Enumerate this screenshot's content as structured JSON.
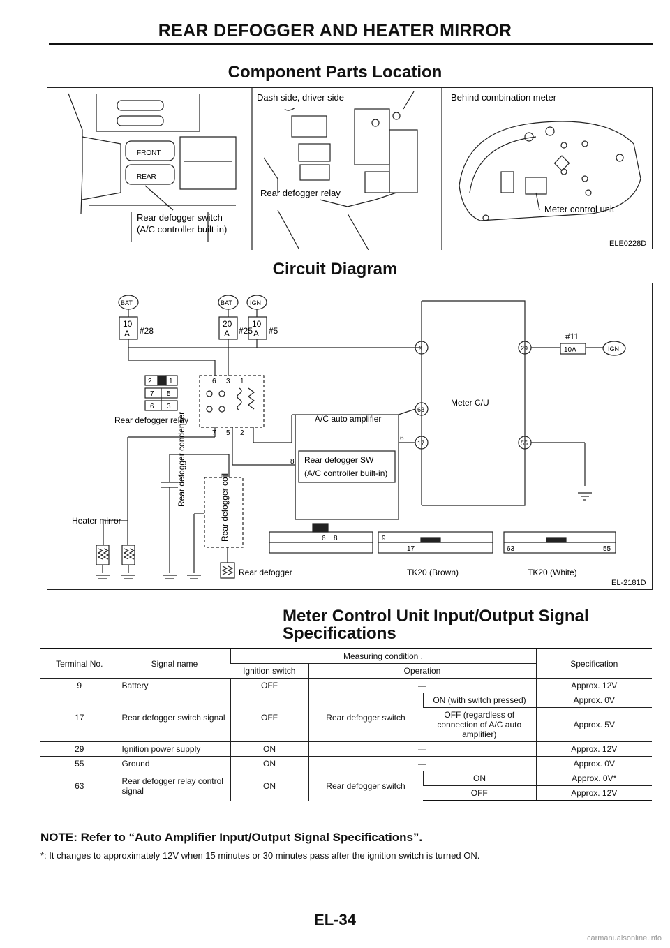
{
  "page": {
    "title": "REAR DEFOGGER AND HEATER MIRROR",
    "page_number": "EL-34",
    "watermark": "carmanualsonline.info"
  },
  "component_location": {
    "heading": "Component Parts Location",
    "panel1_label_line1": "Rear defogger switch",
    "panel1_label_line2": "(A/C controller built-in)",
    "panel1_button1": "FRONT",
    "panel1_button2": "REAR",
    "panel2_title": "Dash side, driver side",
    "panel2_label": "Rear defogger relay",
    "panel3_title": "Behind combination meter",
    "panel3_label": "Meter control unit",
    "figure_code": "ELE0228D"
  },
  "circuit": {
    "heading": "Circuit Diagram",
    "figure_code": "EL-2181D",
    "bat": "BAT",
    "ign": "IGN",
    "fuse28_amp": "10",
    "fuse28_unit": "A",
    "fuse28_no": "#28",
    "fuse25_amp": "20",
    "fuse25_unit": "A",
    "fuse25_no": "#25",
    "fuse5_amp": "10",
    "fuse5_unit": "A",
    "fuse5_no": "#5",
    "fuse11_no": "#11",
    "fuse11_amp": "10A",
    "relay_label": "Rear defogger relay",
    "relay_conn_a": [
      "2",
      "1"
    ],
    "relay_conn_b": [
      "7",
      "5"
    ],
    "relay_conn_c": [
      "6",
      "3"
    ],
    "relay_pins_top": [
      "6",
      "3",
      "1"
    ],
    "relay_pins_bottom": [
      "7",
      "5",
      "2"
    ],
    "ac_amp_label": "A/C auto amplifier",
    "defogger_sw_line1": "Rear defogger SW",
    "defogger_sw_line2": "(A/C controller built-in)",
    "pin8": "8",
    "pin6": "6",
    "meter_cu": "Meter C/U",
    "meter_pins": [
      "9",
      "29",
      "63",
      "17",
      "55"
    ],
    "heater_mirror": "Heater mirror",
    "condenser": "Rear defogger condenser",
    "coil": "Rear defogger coil",
    "defogger": "Rear defogger",
    "tk20_brown": "TK20 (Brown)",
    "tk20_white": "TK20 (White)",
    "conn1_pins": [
      "6",
      "8"
    ],
    "conn2_pins": [
      "9",
      "17"
    ],
    "conn3_pins": [
      "63",
      "55"
    ]
  },
  "spec_table": {
    "heading_line1": "Meter Control Unit Input/Output Signal",
    "heading_line2": "Specifications",
    "headers": {
      "terminal": "Terminal No.",
      "signal": "Signal name",
      "measuring": "Measuring condition .",
      "ignition": "Ignition switch",
      "operation": "Operation",
      "specification": "Specification"
    },
    "rows": {
      "r9": {
        "terminal": "9",
        "signal": "Battery",
        "ignition": "OFF",
        "operation": "—",
        "spec": "Approx. 12V"
      },
      "r17": {
        "terminal": "17",
        "signal": "Rear defogger switch signal",
        "ignition": "OFF",
        "operation": "Rear defogger switch",
        "cond1": "ON (with switch pressed)",
        "spec1": "Approx. 0V",
        "cond2": "OFF (regardless of connection of A/C auto amplifier)",
        "spec2": "Approx. 5V"
      },
      "r29": {
        "terminal": "29",
        "signal": "Ignition power supply",
        "ignition": "ON",
        "operation": "—",
        "spec": "Approx. 12V"
      },
      "r55": {
        "terminal": "55",
        "signal": "Ground",
        "ignition": "ON",
        "operation": "—",
        "spec": "Approx. 0V"
      },
      "r63": {
        "terminal": "63",
        "signal": "Rear defogger relay control signal",
        "ignition": "ON",
        "operation": "Rear defogger switch",
        "cond1": "ON",
        "spec1": "Approx. 0V*",
        "cond2": "OFF",
        "spec2": "Approx. 12V"
      }
    },
    "note": "NOTE: Refer to “Auto Amplifier Input/Output Signal Specifications”.",
    "footnote": "*: It changes to approximately 12V when 15 minutes or 30 minutes pass after the ignition switch is turned ON."
  }
}
